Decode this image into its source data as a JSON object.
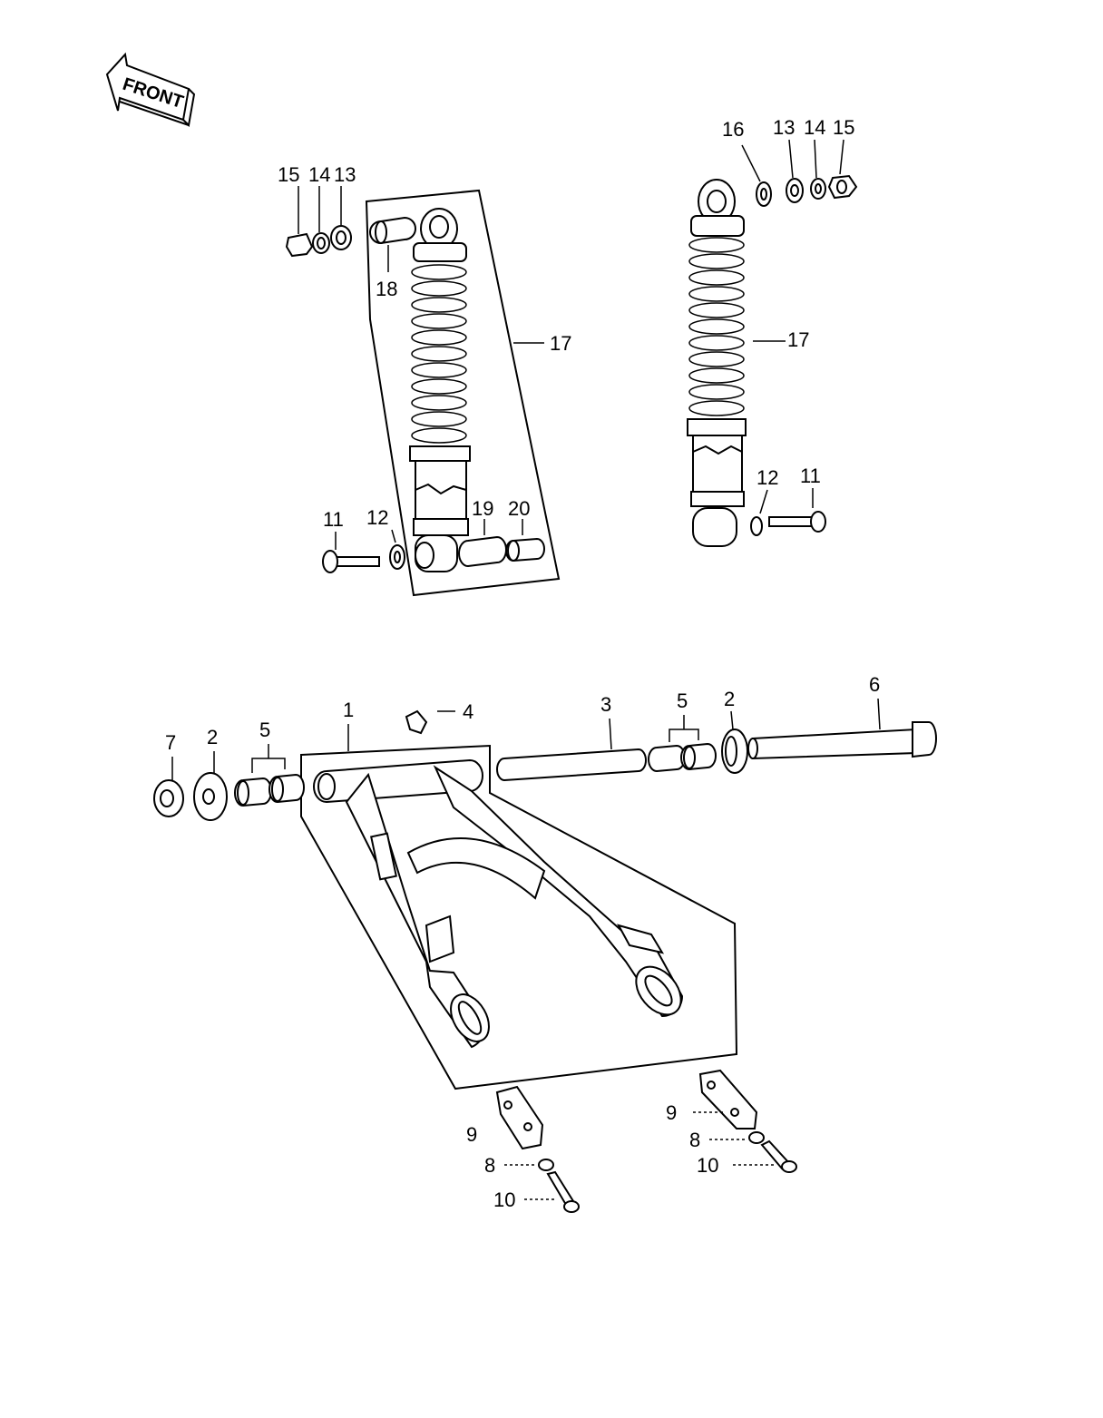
{
  "front_arrow": {
    "text": "FRONT",
    "icon": "front-arrow-icon"
  },
  "labels": {
    "l1": "1",
    "l2a": "2",
    "l2b": "2",
    "l3": "3",
    "l4": "4",
    "l5a": "5",
    "l5b": "5",
    "l6": "6",
    "l7": "7",
    "l8a": "8",
    "l8b": "8",
    "l9a": "9",
    "l9b": "9",
    "l10a": "10",
    "l10b": "10",
    "l11a": "11",
    "l11b": "11",
    "l12a": "12",
    "l12b": "12",
    "l13a": "13",
    "l13b": "13",
    "l14a": "14",
    "l14b": "14",
    "l15a": "15",
    "l15b": "15",
    "l16": "16",
    "l17a": "17",
    "l17b": "17",
    "l18": "18",
    "l19": "19",
    "l20": "20"
  }
}
